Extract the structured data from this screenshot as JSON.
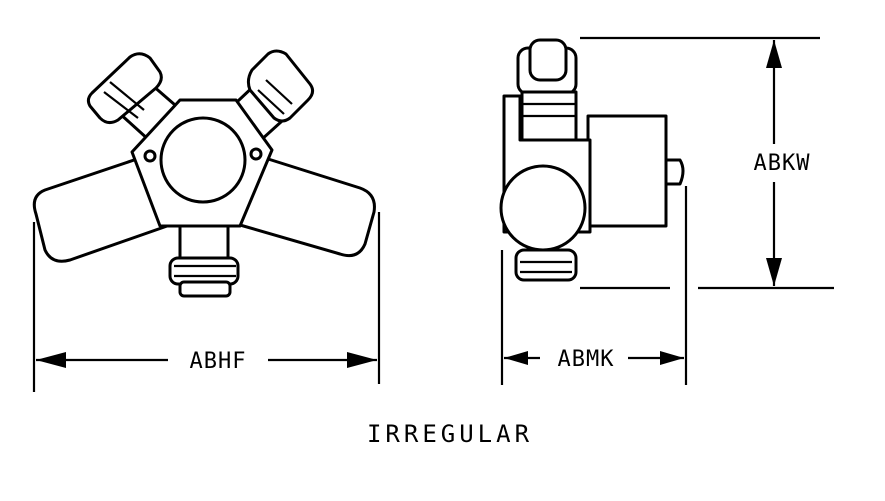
{
  "dimensions": {
    "width_label": "ABHF",
    "depth_label": "ABMK",
    "height_label": "ABKW"
  },
  "caption": "IRREGULAR"
}
